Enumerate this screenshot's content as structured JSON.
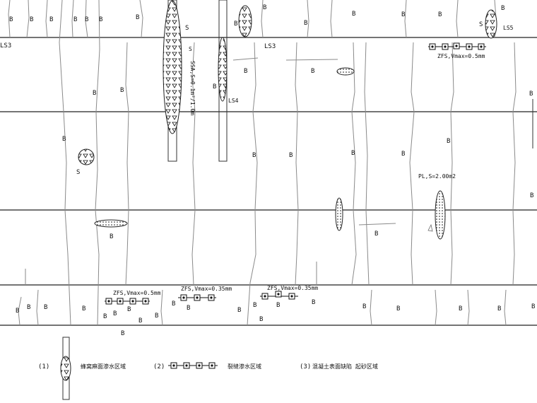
{
  "labels": {
    "ls_left": "LS3",
    "ls_mid": "LS3",
    "ls4": "LS4",
    "ls5": "LS5",
    "s_top": "S",
    "s_topright": "S",
    "s_left": "S",
    "s_small": "S",
    "zfs_top": "ZFS,Vmax=0.5mm",
    "zfs_1": "ZFS,Vmax=0.5mm",
    "zfs_2": "ZFS,Vmax=0.35mm",
    "zfs_3": "ZFS,Vmax=0.35mm",
    "ssa": "SSA,S=0.1m²/1.0m",
    "pl": "PL,S=2.00m2",
    "b": "B"
  },
  "legend": {
    "item1_num": "(1)",
    "item1_text": "蜂窝麻面渗水区域",
    "item2_num": "(2)",
    "item2_text": "裂缝渗水区域",
    "item3_num": "(3)",
    "item3_text": "混凝土表面缺陷 起砂区域"
  }
}
